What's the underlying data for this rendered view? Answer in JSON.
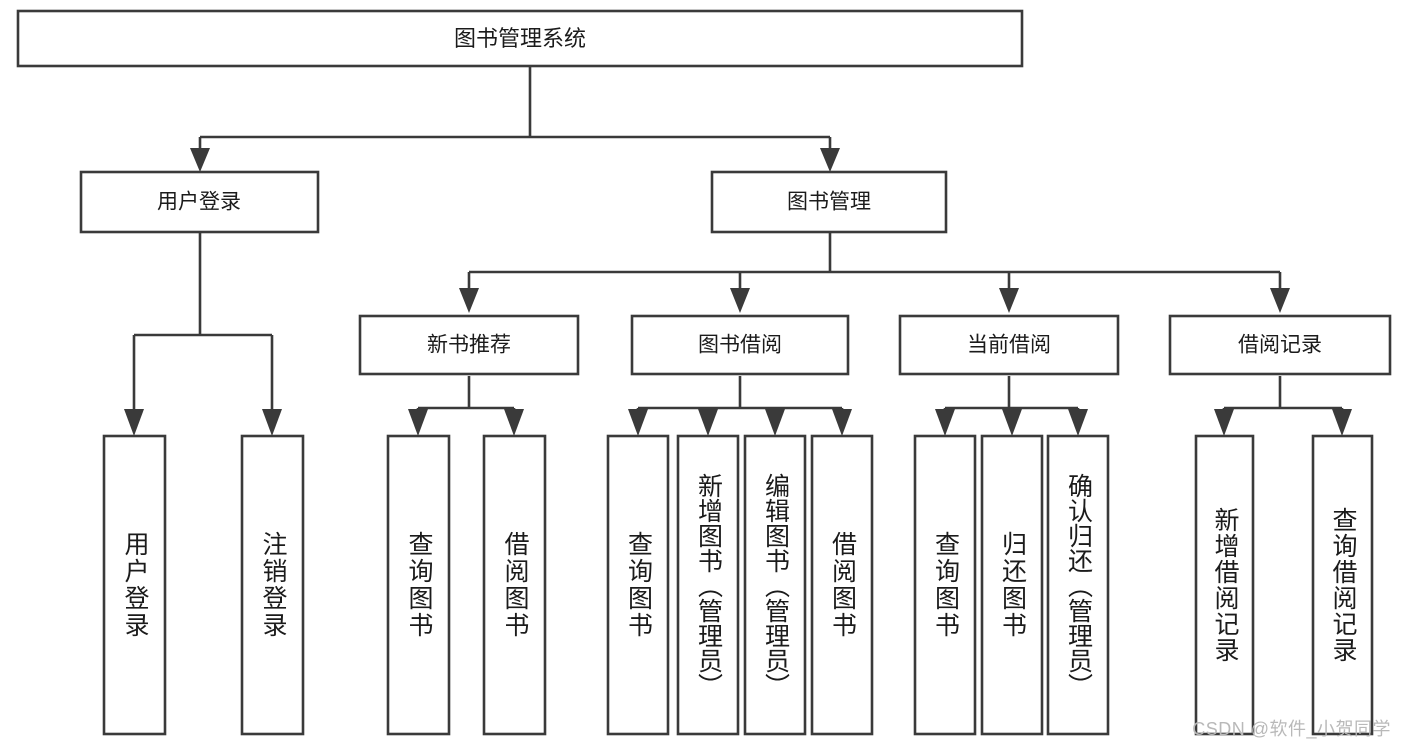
{
  "diagram": {
    "type": "tree-hierarchy",
    "title": "图书管理系统",
    "watermark": "CSDN @软件_小贺同学",
    "colors": {
      "box_stroke": "#3a3a3a",
      "box_fill": "#ffffff",
      "text": "#1b1b1b",
      "watermark": "#b9b9b9",
      "background": "#ffffff"
    },
    "root": {
      "label": "图书管理系统"
    },
    "level1": [
      {
        "label": "用户登录"
      },
      {
        "label": "图书管理"
      }
    ],
    "level2": [
      {
        "label": "新书推荐"
      },
      {
        "label": "图书借阅"
      },
      {
        "label": "当前借阅"
      },
      {
        "label": "借阅记录"
      }
    ],
    "leaves": {
      "user_login": [
        {
          "label": "用户登录"
        },
        {
          "label": "注销登录"
        }
      ],
      "new_book_recommend": [
        {
          "label": "查询图书"
        },
        {
          "label": "借阅图书"
        }
      ],
      "book_borrow": [
        {
          "label": "查询图书"
        },
        {
          "label": "新增图书（管理员）"
        },
        {
          "label": "编辑图书（管理员）"
        },
        {
          "label": "借阅图书"
        }
      ],
      "current_borrow": [
        {
          "label": "查询图书"
        },
        {
          "label": "归还图书"
        },
        {
          "label": "确认归还（管理员）"
        }
      ],
      "borrow_record": [
        {
          "label": "新增借阅记录"
        },
        {
          "label": "查询借阅记录"
        }
      ]
    }
  }
}
